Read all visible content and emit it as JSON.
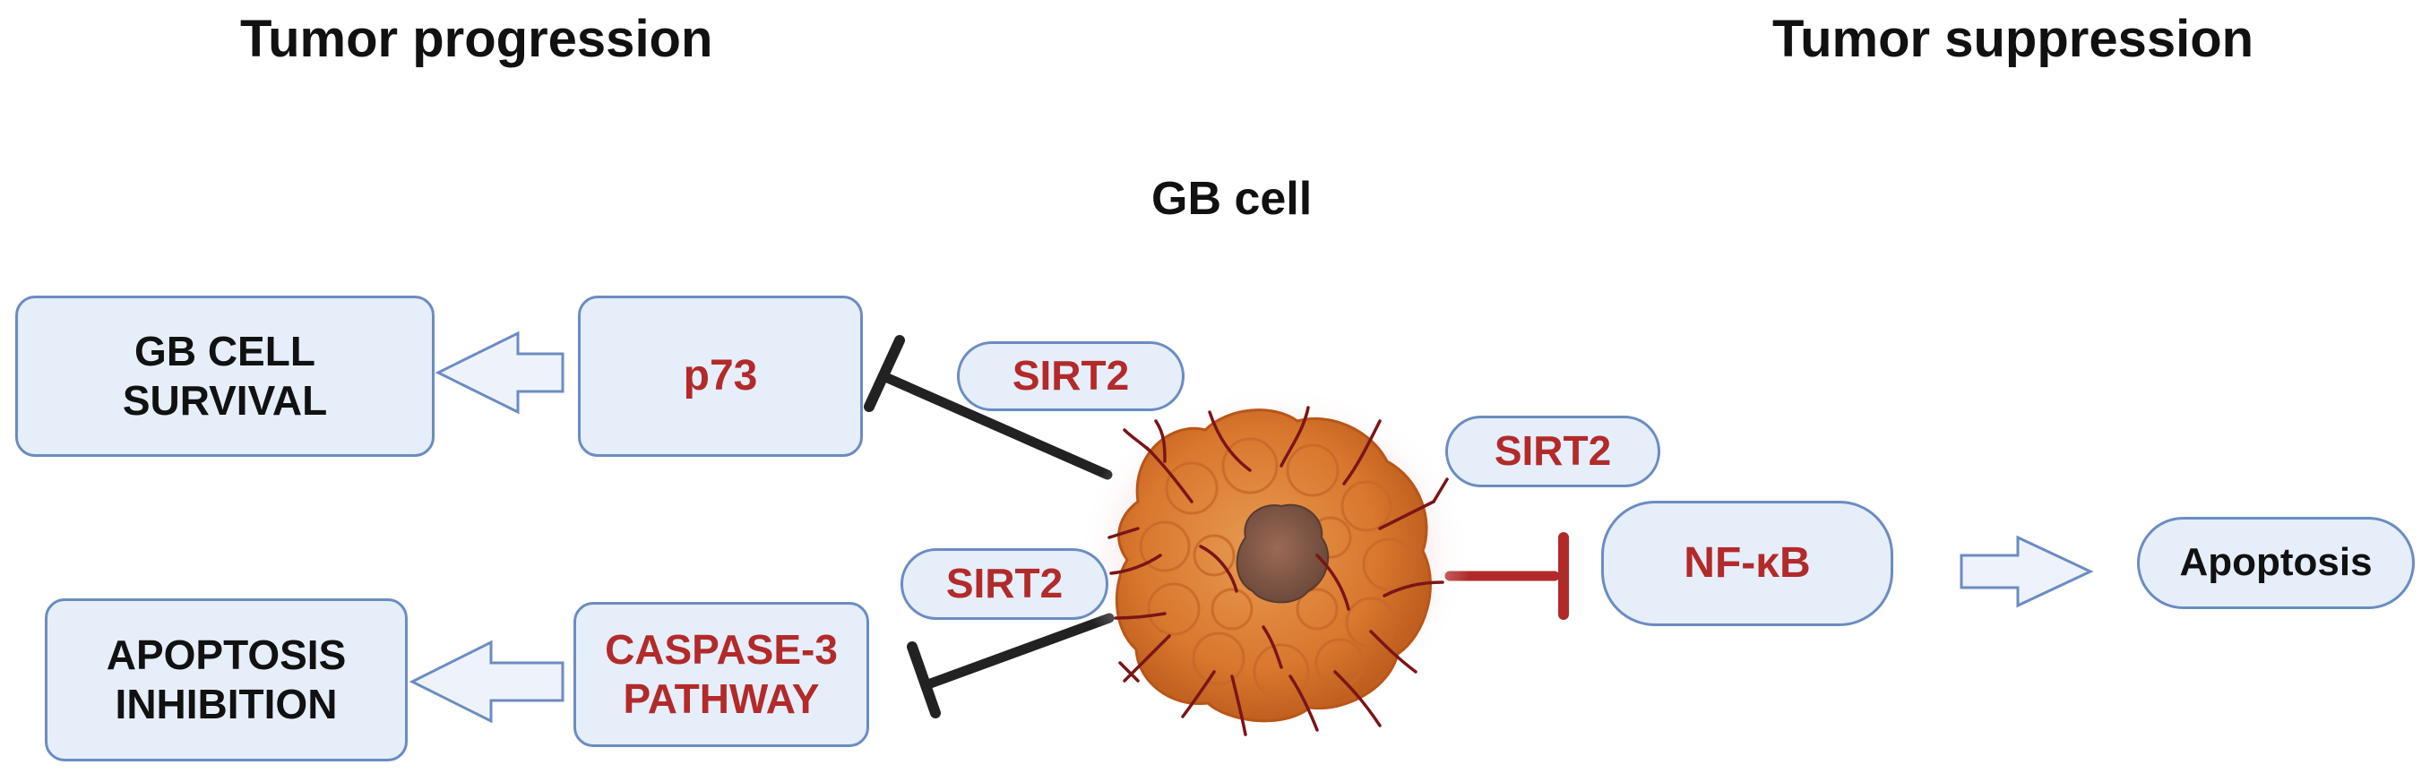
{
  "headings": {
    "left": "Tumor progression",
    "right": "Tumor suppression",
    "center": "GB cell"
  },
  "nodes": {
    "gb_cell_survival": "GB CELL SURVIVAL",
    "p73": "p73",
    "apoptosis_inhibition": "APOPTOSIS INHIBITION",
    "caspase3_pathway": "CASPASE-3 PATHWAY",
    "nfkb": "NF-κB",
    "apoptosis": "Apoptosis"
  },
  "labels": {
    "sirt2_top": "SIRT2",
    "sirt2_bottom": "SIRT2",
    "sirt2_right": "SIRT2"
  },
  "colors": {
    "box_fill": "#e6eefa",
    "box_border": "#6b8cc1",
    "red_text": "#b22a2a",
    "inhibit_black": "#222222",
    "inhibit_red": "#b02a2a",
    "cell_orange": "#d9772e"
  }
}
